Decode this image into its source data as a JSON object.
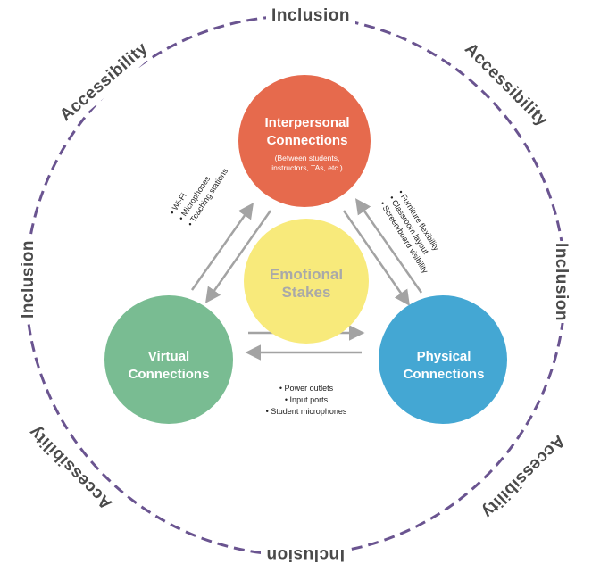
{
  "outer_ring": {
    "inclusion_top": "Inclusion",
    "inclusion_left": "Inclusion",
    "inclusion_right": "Inclusion",
    "inclusion_bottom": "Inclusion",
    "accessibility_top_left": "Accessibility",
    "accessibility_top_right": "Accessibility",
    "accessibility_bottom_left": "Accessibility",
    "accessibility_bottom_right": "Accessibility"
  },
  "nodes": {
    "interpersonal": {
      "title_line1": "Interpersonal",
      "title_line2": "Connections",
      "sub_line1": "(Between students,",
      "sub_line2": "instructors, TAs, etc.)",
      "color": "#e66a4d"
    },
    "emotional": {
      "title_line1": "Emotional",
      "title_line2": "Stakes",
      "color": "#f8ea7b"
    },
    "virtual": {
      "title_line1": "Virtual",
      "title_line2": "Connections",
      "color": "#79bc92"
    },
    "physical": {
      "title_line1": "Physical",
      "title_line2": "Connections",
      "color": "#44a7d3"
    }
  },
  "links": {
    "virtual_interpersonal": [
      "• Wi-Fi",
      "• Microphones",
      "• Teaching stations"
    ],
    "interpersonal_physical": [
      "• Furniture flexibility",
      "• Classroom layout",
      "• Screen/board visibility"
    ],
    "virtual_physical": [
      "• Power outlets",
      "• Input ports",
      "• Student microphones"
    ]
  },
  "colors": {
    "ring": "#6a5490",
    "arrow": "#a3a3a3"
  }
}
